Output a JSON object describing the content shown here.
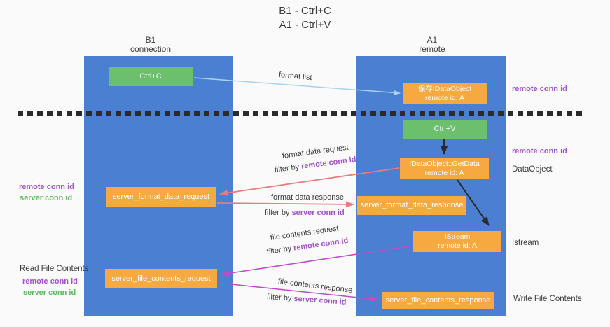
{
  "title": {
    "line1": "B1 - Ctrl+C",
    "line2": "A1 - Ctrl+V"
  },
  "columns": {
    "left": {
      "name": "B1",
      "role": "connection"
    },
    "right": {
      "name": "A1",
      "role": "remote"
    }
  },
  "nodes": {
    "ctrl_c": {
      "label": "Ctrl+C"
    },
    "save_dataobject": {
      "line1": "保存IDataObject",
      "line2": "remote id: A"
    },
    "ctrl_v": {
      "label": "Ctrl+V"
    },
    "getdata": {
      "line1": "IDataObject::GetData",
      "line2": "remote id: A"
    },
    "format_request": {
      "label": "server_format_data_request"
    },
    "format_response": {
      "label": "server_format_data_response"
    },
    "istream": {
      "line1": "IStream",
      "line2": "remote id: A"
    },
    "file_request": {
      "label": "server_file_contents_request"
    },
    "file_response": {
      "label": "server_file_contents_response"
    }
  },
  "flow_labels": {
    "format_list": "format list",
    "format_data_request": "format data request",
    "format_data_response": "format data response",
    "file_contents_request": "file contents request",
    "file_contents_response": "file contents response",
    "filter_by": "filter by",
    "remote_conn_id": "remote conn id",
    "server_conn_id": "server conn id"
  },
  "annotations": {
    "right": {
      "remote_conn_id_top": "remote conn id",
      "remote_conn_id_mid": "remote conn id",
      "dataobject": "DataObject",
      "istream": "Istream",
      "write_file_contents": "Write File Contents"
    },
    "left": {
      "remote_conn_id_top": "remote conn id",
      "server_conn_id_top": "server conn id",
      "read_file_contents": "Read File Contents",
      "remote_conn_id_bottom": "remote conn id",
      "server_conn_id_bottom": "server conn id"
    }
  },
  "colors": {
    "background": "#fafafa",
    "column_blue": "#4b7fd1",
    "node_green": "#6cbf6c",
    "node_orange": "#f6a940",
    "label_purple": "#a352c8",
    "label_green": "#5cb85c",
    "arrow_salmon": "#e57d80",
    "arrow_magenta": "#bf4ec4",
    "arrow_blue": "#a8d2ee",
    "arrow_black": "#2b2b2b",
    "text_dark": "#3c3c3c",
    "box_text": "#ffffff"
  }
}
